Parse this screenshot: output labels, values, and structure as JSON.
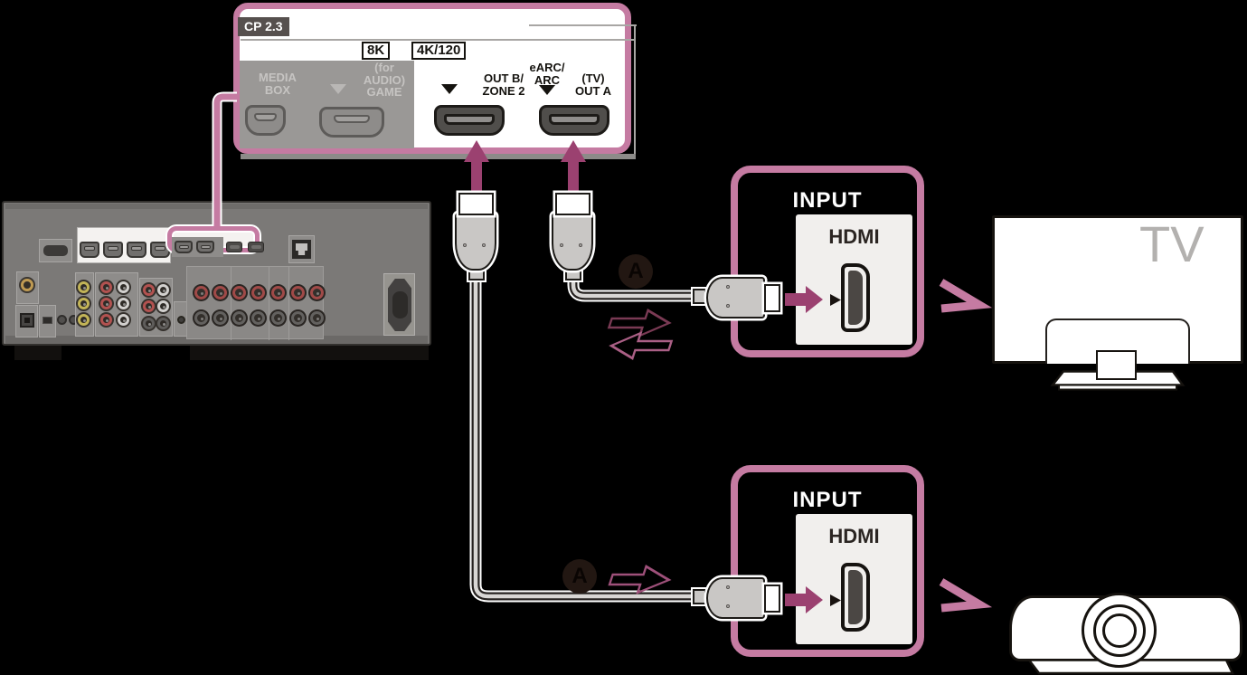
{
  "background": "#000000",
  "colors": {
    "callout_pink": "#c57ba2",
    "arrow_magenta": "#9b4170",
    "swap_arrow_dark": "#7a3a54",
    "swap_arrow_light": "#aa5f85",
    "receiver_gray": "#7b7977",
    "speaker_terminal_red": "#a04a48",
    "grayed_label_gray": "#c6c4c2"
  },
  "zoom_panel": {
    "hdcp_badge": "CP 2.3",
    "badge_8k": "8K",
    "badge_4k120": "4K/120",
    "media_box": {
      "line1": "MEDIA",
      "line2": "BOX"
    },
    "for_audio": {
      "line1": "(for",
      "line2": "AUDIO)",
      "line3": "GAME"
    },
    "out_b": {
      "line1": "OUT B/",
      "line2": "ZONE 2"
    },
    "earc": {
      "line1": "eARC/",
      "line2": "ARC"
    },
    "out_a": {
      "line1": "(TV)",
      "line2": "OUT A"
    }
  },
  "tv_callout": {
    "title": "INPUT",
    "port_label": "HDMI"
  },
  "projector_callout": {
    "title": "INPUT",
    "port_label": "HDMI"
  },
  "cable_labels": {
    "tv": "A",
    "projector": "A"
  },
  "tv": {
    "label": "TV"
  }
}
